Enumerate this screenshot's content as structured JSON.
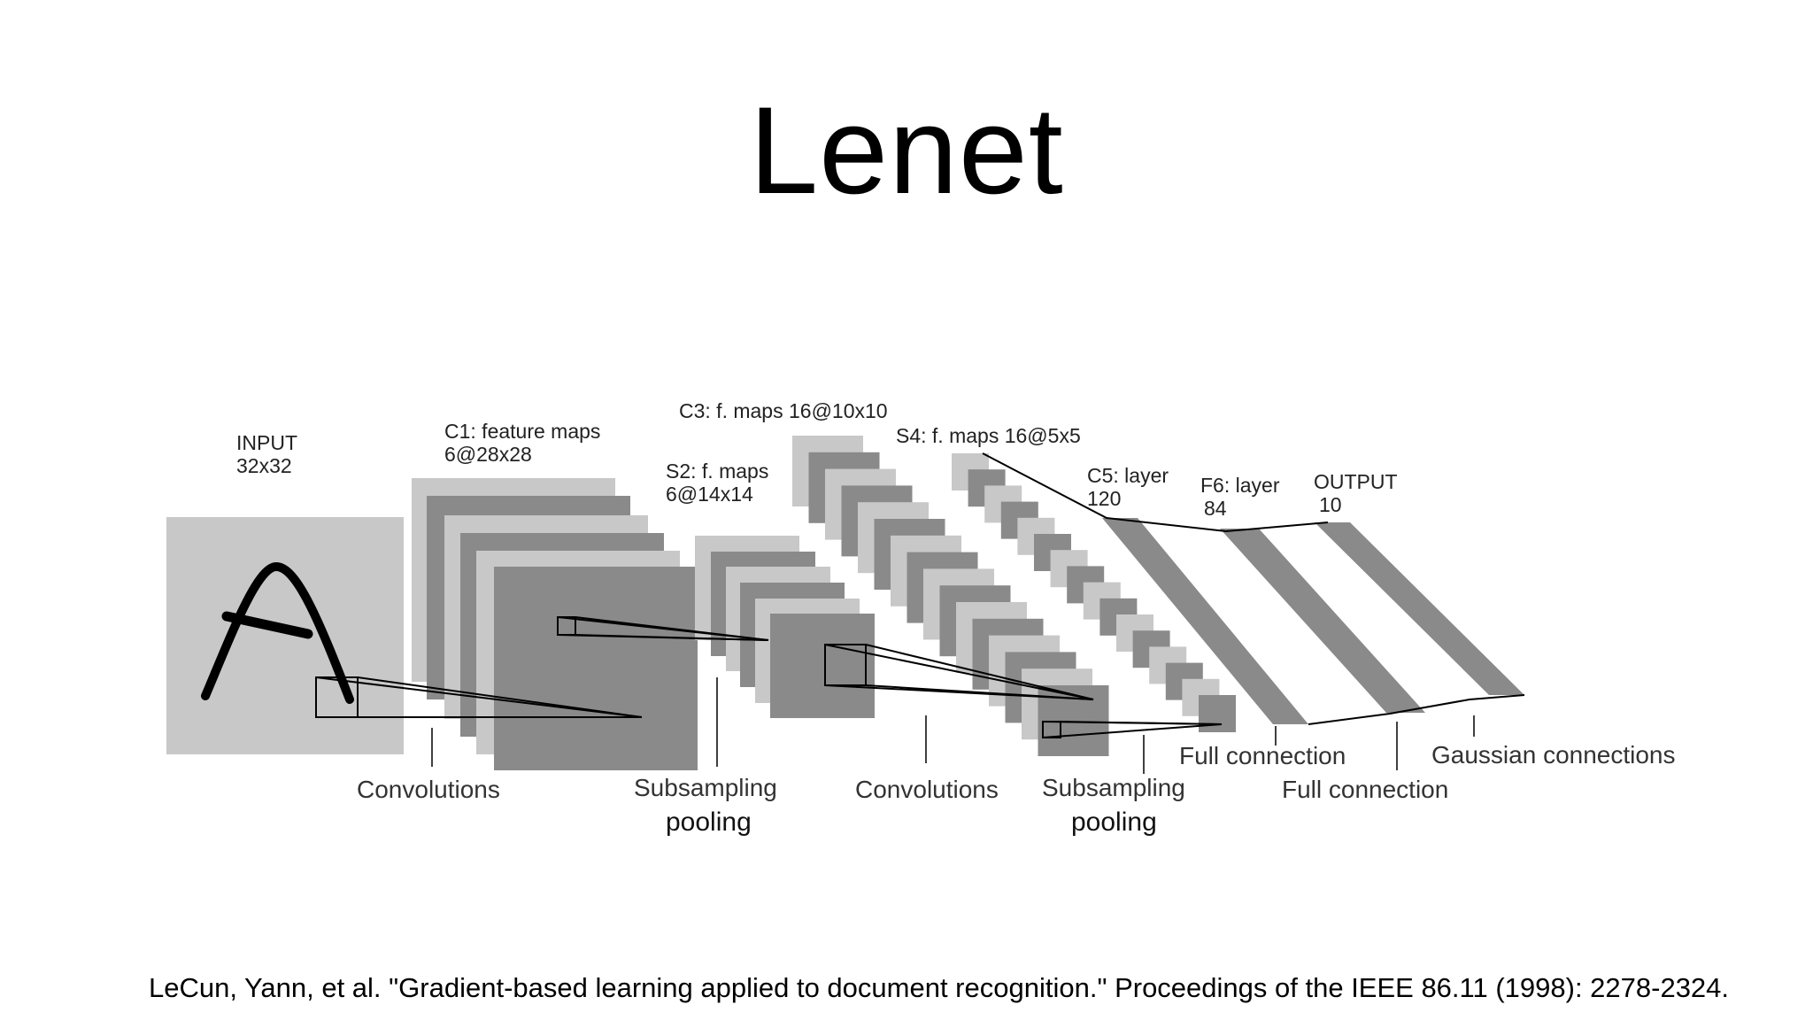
{
  "slide": {
    "title": "Lenet",
    "citation": "LeCun, Yann, et al. \"Gradient-based learning applied to document recognition.\" Proceedings of the IEEE 86.11 (1998): 2278-2324."
  },
  "diagram": {
    "layers": {
      "input": {
        "name": "INPUT",
        "size": "32x32"
      },
      "c1": {
        "name": "C1: feature maps",
        "size": "6@28x28"
      },
      "s2": {
        "name": "S2: f. maps",
        "size": "6@14x14"
      },
      "c3": {
        "name": "C3: f. maps 16@10x10"
      },
      "s4": {
        "name": "S4: f. maps 16@5x5"
      },
      "c5": {
        "name": "C5: layer",
        "size": "120"
      },
      "f6": {
        "name": "F6: layer",
        "size": "84"
      },
      "output": {
        "name": "OUTPUT",
        "size": "10"
      }
    },
    "operations": {
      "conv1": "Convolutions",
      "sub1": "Subsampling",
      "conv2": "Convolutions",
      "sub2": "Subsampling",
      "full1": "Full connection",
      "full2": "Full connection",
      "gauss": "Gaussian connections"
    },
    "annotations": {
      "pool1": "pooling",
      "pool2": "pooling"
    },
    "colors": {
      "light": "#c8c8c8",
      "dark": "#8a8a8a",
      "medium": "#a0a0a0",
      "line": "#000000"
    }
  }
}
